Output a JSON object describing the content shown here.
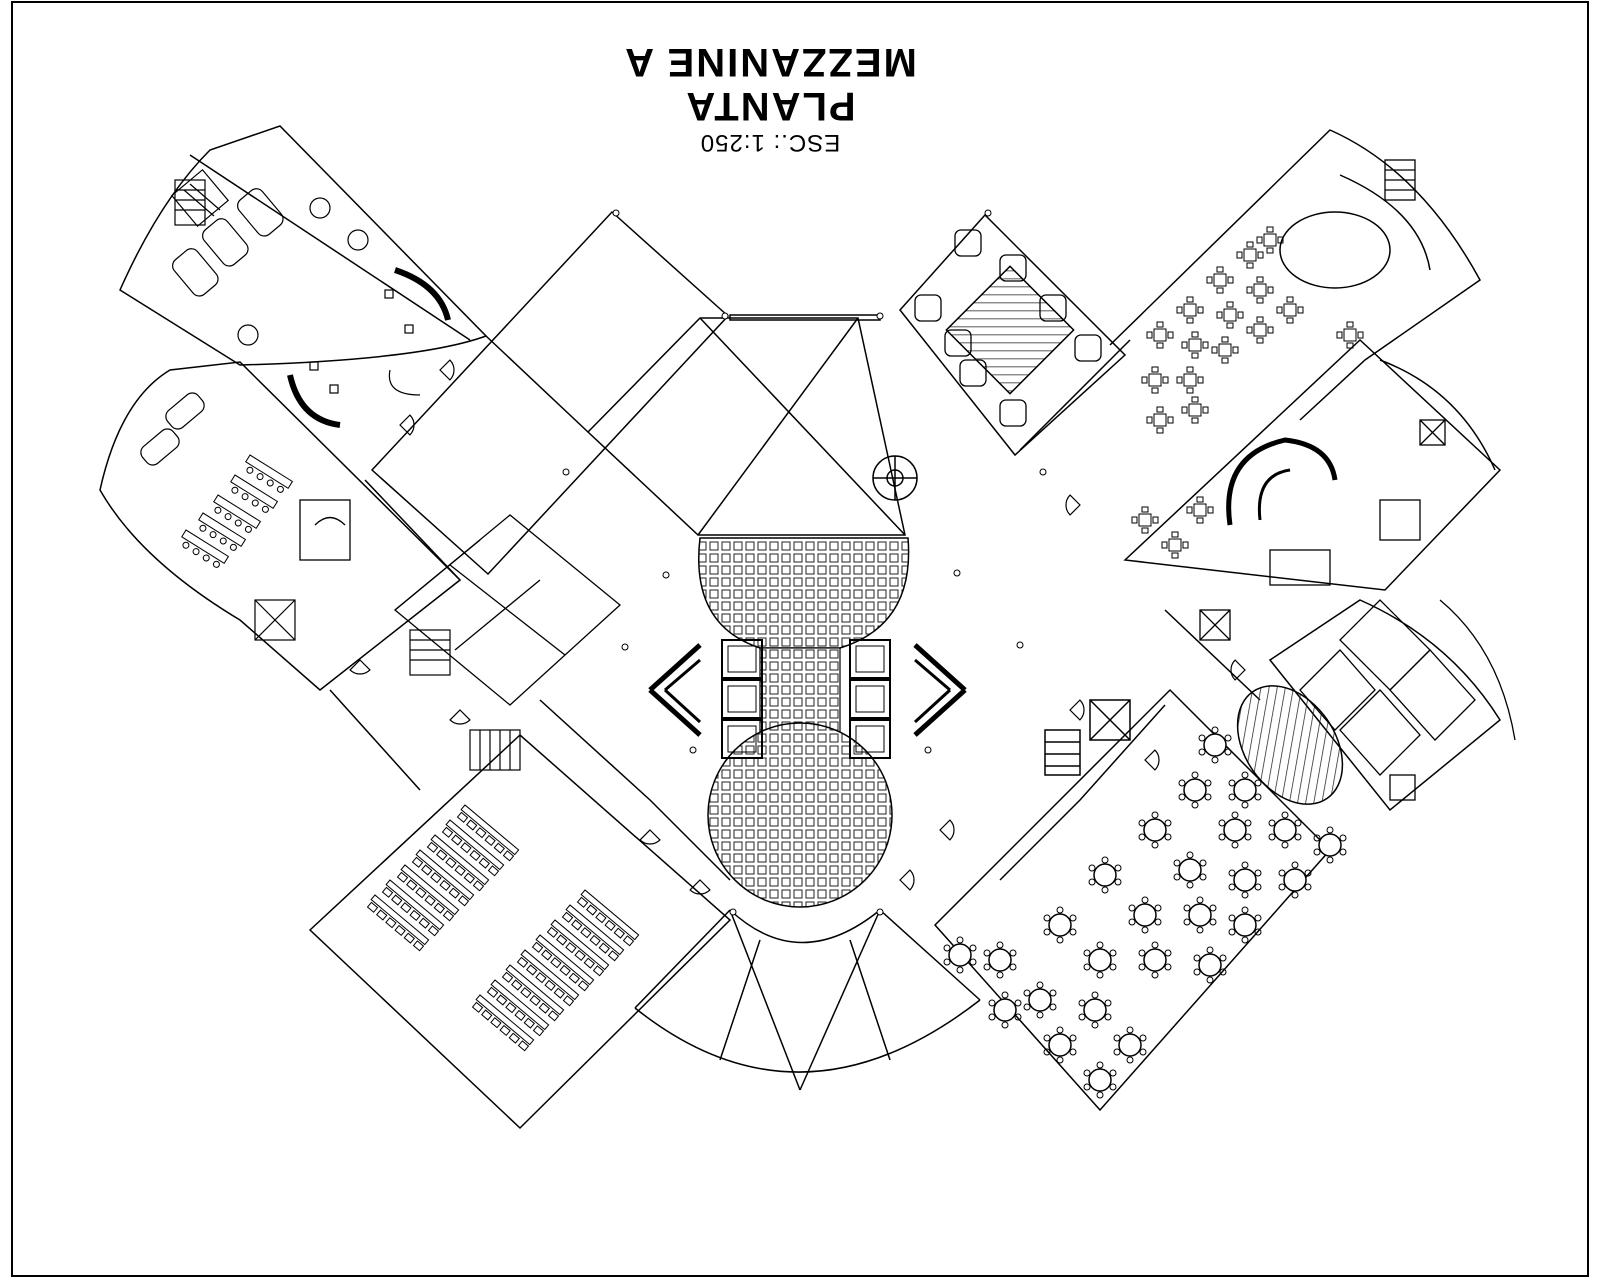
{
  "drawing": {
    "title_line1": "PLANTA",
    "title_line2": "MEZZANINE A",
    "scale": "ESC.: 1:250",
    "orientation": "rotated-180",
    "line_color": "#000000",
    "background_color": "#ffffff",
    "hatch_color": "#333333"
  }
}
